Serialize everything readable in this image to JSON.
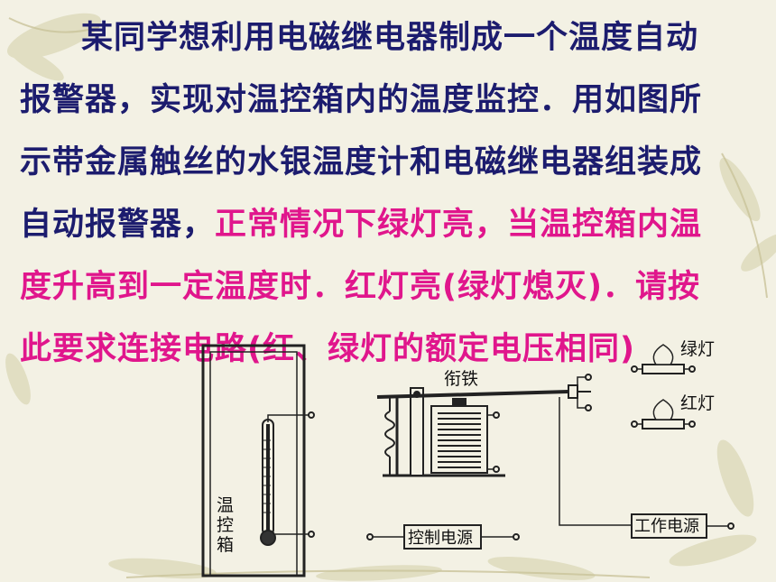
{
  "problem": {
    "line1": "某同学想利用电磁继电器制成一个温度自动",
    "line2": "报警器，实现对温控箱内的温度监控．用如图所",
    "line3": "示带金属触丝的水银温度计和电磁继电器组装成",
    "line4_normal": "自动报警器，",
    "line4_highlight": "正常情况下绿灯亮，当温控箱内温",
    "line5": "度升高到一定温度时．红灯亮(绿灯熄灭)．请按",
    "line6": "此要求连接电路(红、绿灯的额定电压相同)"
  },
  "diagram": {
    "box_label": [
      "温",
      "控",
      "箱"
    ],
    "armature_label": "衔铁",
    "green_lamp_label": "绿灯",
    "red_lamp_label": "红灯",
    "control_power_label": "控制电源",
    "work_power_label": "工作电源"
  },
  "colors": {
    "text": "#1c1c6e",
    "highlight": "#e0168c",
    "diagram_line": "#222222",
    "background": "#f3f1e4"
  }
}
